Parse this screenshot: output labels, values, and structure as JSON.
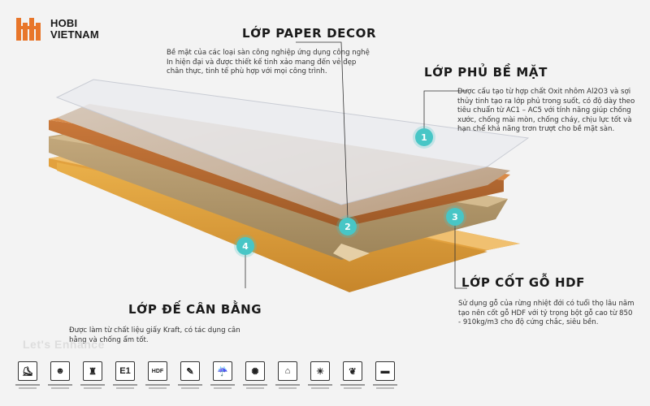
{
  "brand": {
    "line1": "HOBI",
    "line2": "VIETNAM"
  },
  "watermark": "Let's Enhance",
  "layers": [
    {
      "number": "1",
      "title": "LỚP PHỦ BỀ MẶT",
      "description": "Được cấu tạo từ hợp chất Oxit nhôm Al2O3 và sợi thủy tinh tạo ra lớp phủ trong suốt, có độ dày theo tiêu chuẩn từ AC1 – AC5 với tính năng giúp chống xước, chống mài mòn, chống cháy, chịu lực tốt và hạn chế khả năng trơn trượt cho bề mặt sàn."
    },
    {
      "number": "2",
      "title": "LỚP PAPER DECOR",
      "description": "Bề mặt của các loại sàn công nghiệp ứng dụng công nghệ In hiện đại và được thiết kế tinh xảo mang đến vẻ đẹp chân thực, tinh tế phù hợp với mọi công trình."
    },
    {
      "number": "3",
      "title": "LỚP CỐT GỖ HDF",
      "description": "Sử dụng gỗ của rừng nhiệt đới có tuổi thọ lâu năm tạo nên cốt gỗ HDF với tỷ trọng bột gỗ cao từ 850 - 910kg/m3 cho độ cứng chắc, siêu bền."
    },
    {
      "number": "4",
      "title": "LỚP ĐẾ CÂN BẰNG",
      "description": "Được làm từ chất liệu giấy Kraft, có tác dụng cân bằng và chống ẩm tốt."
    }
  ],
  "feature_icons": [
    {
      "name": "foot-traffic-icon",
      "glyph": "⛸"
    },
    {
      "name": "people-icon",
      "glyph": "☻"
    },
    {
      "name": "chair-icon",
      "glyph": "♜"
    },
    {
      "name": "class-e1-icon",
      "glyph": "E1"
    },
    {
      "name": "hdf-icon",
      "glyph": "HDF"
    },
    {
      "name": "scratch-icon",
      "glyph": "✎"
    },
    {
      "name": "waterproof-icon",
      "glyph": "☔"
    },
    {
      "name": "antibacterial-icon",
      "glyph": "✺"
    },
    {
      "name": "cleaning-icon",
      "glyph": "⌂"
    },
    {
      "name": "sun-icon",
      "glyph": "☀"
    },
    {
      "name": "leaf-icon",
      "glyph": "❦"
    },
    {
      "name": "cigarette-icon",
      "glyph": "▬"
    }
  ],
  "colors": {
    "accent": "#48c6c6",
    "top_wood": "#c97d3c",
    "core": "#b59a6e",
    "base": "#e2a13e",
    "overlay": "#e6e6ea"
  }
}
